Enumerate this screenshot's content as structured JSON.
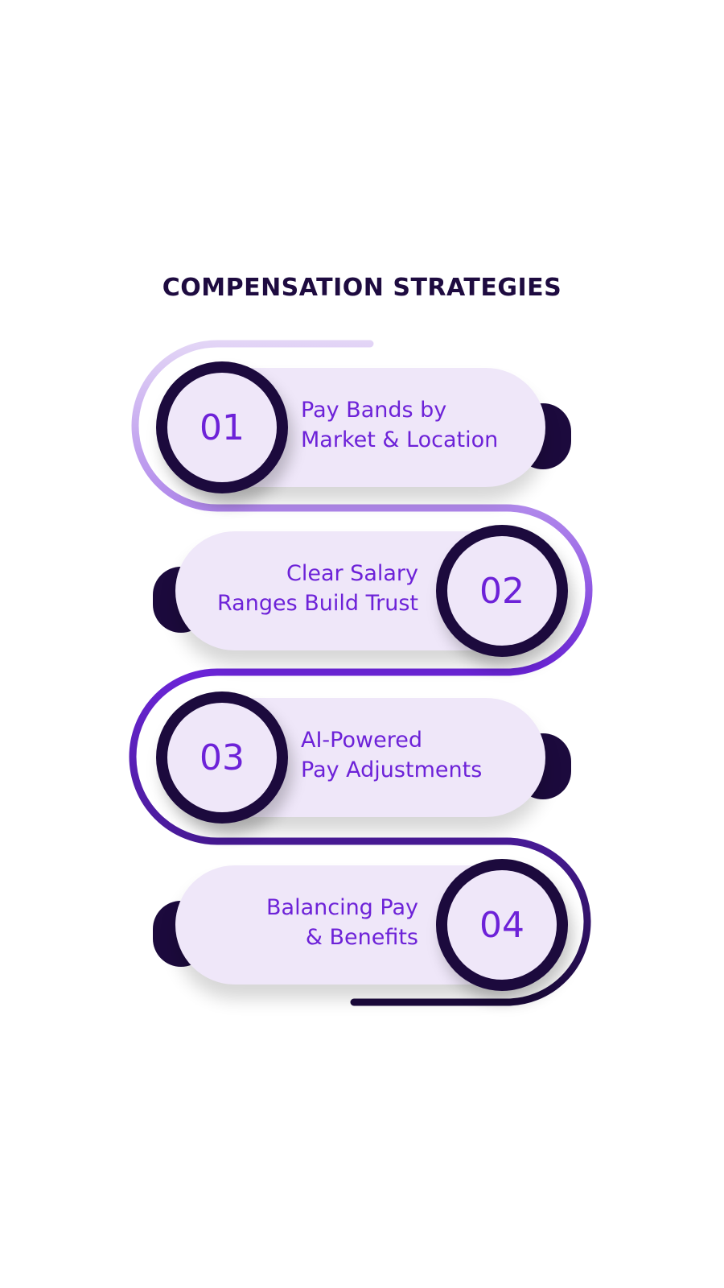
{
  "title": "COMPENSATION STRATEGIES",
  "colors": {
    "title": "#1e0b40",
    "accent_text": "#6d22d8",
    "dark": "#1c0a3d",
    "pill_fill": "#efe7f9",
    "path_start": "#d9c9f2",
    "path_mid": "#7a2fe0",
    "path_end": "#1c0a3d"
  },
  "steps": [
    {
      "number": "01",
      "line1": "Pay Bands by",
      "line2": "Market & Location"
    },
    {
      "number": "02",
      "line1": "Clear Salary",
      "line2": "Ranges Build Trust"
    },
    {
      "number": "03",
      "line1": "AI-Powered",
      "line2": "Pay Adjustments"
    },
    {
      "number": "04",
      "line1": "Balancing Pay",
      "line2": "& Benefits"
    }
  ]
}
